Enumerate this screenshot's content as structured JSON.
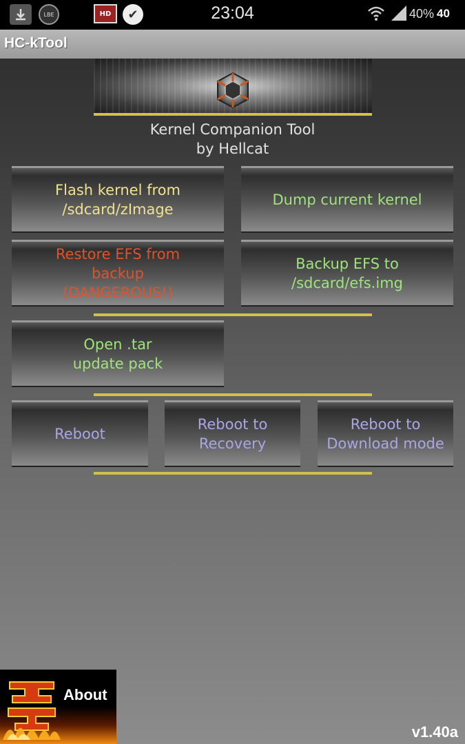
{
  "status_bar": {
    "time": "23:04",
    "battery_percent": "40%",
    "battery_badge": "40",
    "lbe_label": "LBE",
    "hd_label": "HD",
    "icons": [
      "download-icon",
      "lbe-icon",
      "hd-icon",
      "check-icon",
      "wifi-icon",
      "signal-icon"
    ]
  },
  "app": {
    "title": "HC-kTool"
  },
  "header": {
    "subtitle_line1": "Kernel Companion Tool",
    "subtitle_line2": "by Hellcat"
  },
  "buttons": {
    "flash_kernel": {
      "line1": "Flash kernel from",
      "line2": "/sdcard/zImage"
    },
    "dump_kernel": {
      "line1": "Dump current kernel"
    },
    "restore_efs": {
      "line1": "Restore EFS from",
      "line2": "backup",
      "line3": "(DANGEROUS!)"
    },
    "backup_efs": {
      "line1": "Backup EFS to",
      "line2": "/sdcard/efs.img"
    },
    "open_tar": {
      "line1": "Open .tar",
      "line2": "update pack"
    },
    "reboot": {
      "line1": "Reboot"
    },
    "reboot_recovery": {
      "line1": "Reboot to",
      "line2": "Recovery"
    },
    "reboot_download": {
      "line1": "Reboot to",
      "line2": "Download mode"
    }
  },
  "footer": {
    "about_label": "About",
    "version": "v1.40a"
  },
  "colors": {
    "accent_line": "#cfc14a",
    "flash_text": "#f0e38c",
    "green_text": "#9fe47c",
    "danger_text": "#e0532a",
    "reboot_text": "#a9a6e6"
  }
}
